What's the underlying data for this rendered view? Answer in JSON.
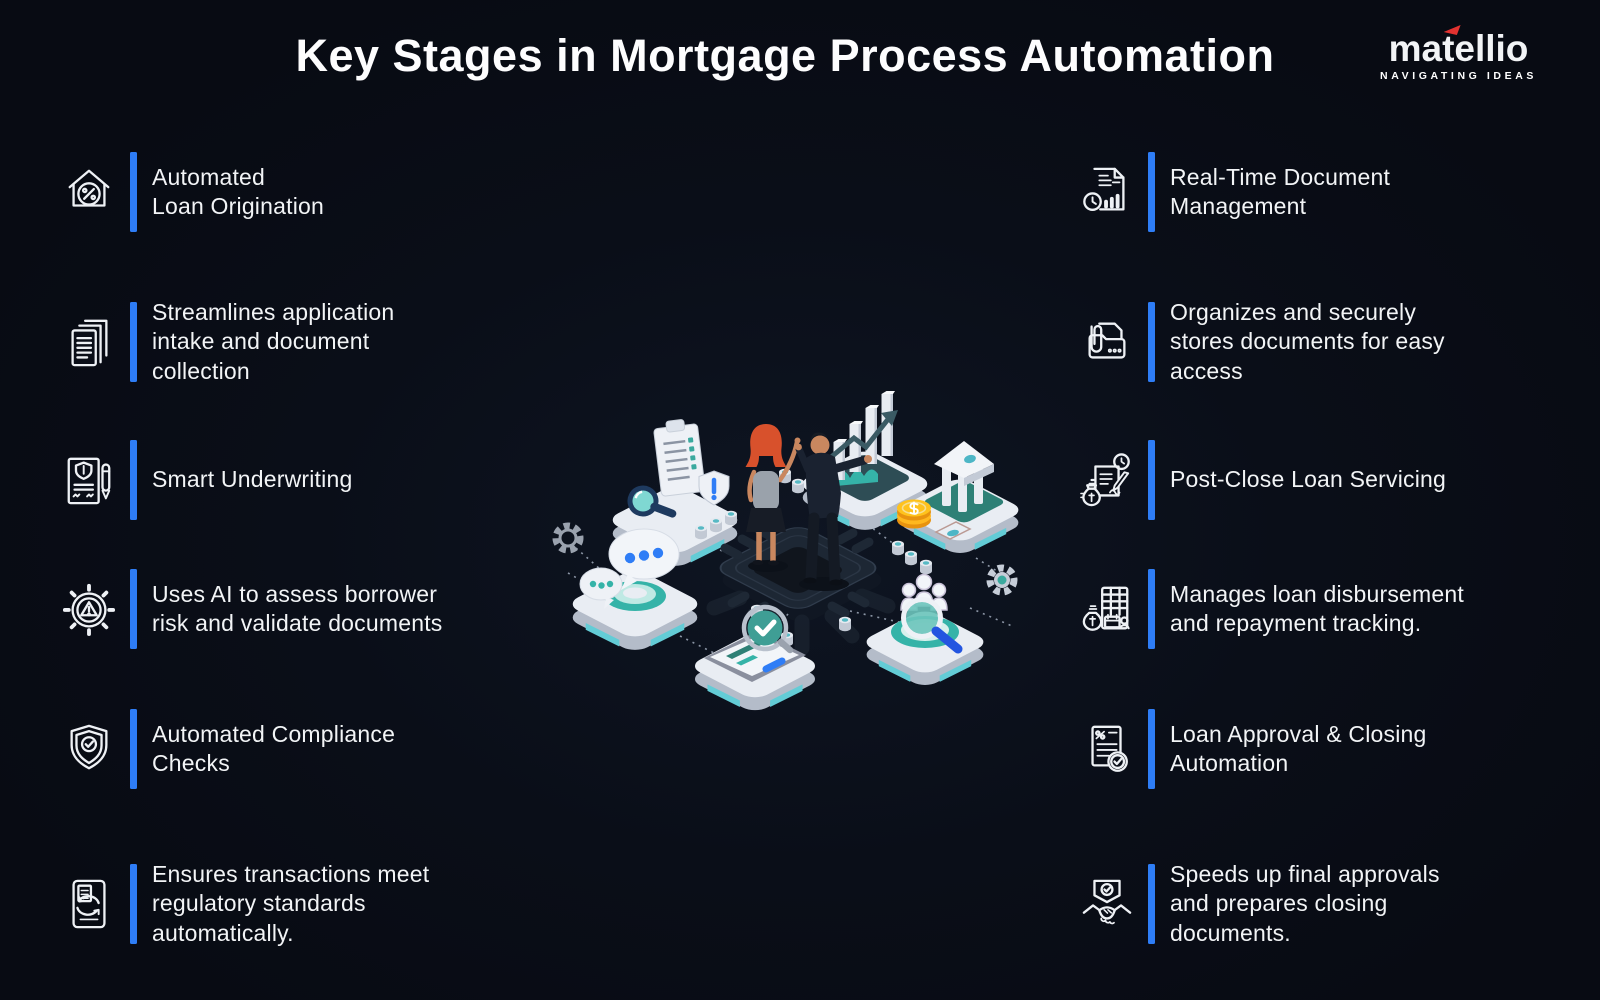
{
  "title": "Key Stages in Mortgage Process Automation",
  "logo": {
    "name": "matellio",
    "tagline": "NAVIGATING IDEAS"
  },
  "colors": {
    "background": "#0a0e18",
    "accent_blue": "#2e7df6",
    "teal": "#38b2a7",
    "gold": "#f6a81c",
    "text": "#f2f4f6",
    "logo_red": "#e23230"
  },
  "left_column": {
    "items": [
      {
        "icon": "house-percent-icon",
        "text": "Automated\nLoan Origination"
      },
      {
        "icon": "documents-stack-icon",
        "text": "Streamlines application\nintake and document\ncollection"
      },
      {
        "icon": "contract-shield-pen-icon",
        "text": "Smart Underwriting"
      },
      {
        "icon": "gear-warning-icon",
        "text": "Uses AI to assess borrower\nrisk and validate documents"
      },
      {
        "icon": "shield-check-icon",
        "text": "Automated Compliance\nChecks"
      },
      {
        "icon": "document-sync-icon",
        "text": "Ensures transactions meet\nregulatory standards\nautomatically."
      }
    ]
  },
  "right_column": {
    "items": [
      {
        "icon": "document-clock-chart-icon",
        "text": "Real-Time Document\nManagement"
      },
      {
        "icon": "folder-paperclip-icon",
        "text": "Organizes and securely\nstores documents for easy\naccess"
      },
      {
        "icon": "loan-servicing-icon",
        "text": "Post-Close Loan Servicing"
      },
      {
        "icon": "ledger-moneybag-icon",
        "text": "Manages loan disbursement\nand repayment tracking."
      },
      {
        "icon": "approval-document-icon",
        "text": "Loan Approval & Closing\nAutomation"
      },
      {
        "icon": "handshake-badge-icon",
        "text": "Speeds up final approvals\nand prepares closing\ndocuments."
      }
    ]
  },
  "illustration": {
    "scene": "isometric-mortgage-automation",
    "elements": [
      "checklist-shield-magnifier-platform",
      "growth-bar-chart-platform",
      "bank-and-coins-platform",
      "chat-bubbles-platform",
      "document-check-platform",
      "customer-search-platform",
      "cpu-chip-base",
      "advisor-and-client-figures",
      "gears",
      "dotted-connectors",
      "database-pegs"
    ]
  }
}
